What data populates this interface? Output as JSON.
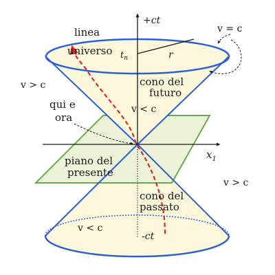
{
  "labels": {
    "axis_time_pos": "+ct",
    "axis_time_neg": "-ct",
    "axis_space": "x",
    "axis_space_sub": "1",
    "v_eq_c": "v = c",
    "linea": "linea",
    "universo": "universo",
    "t_n": "t",
    "t_n_sub": "n",
    "r": "r",
    "cono_del_1": "cono del",
    "futuro": "futuro",
    "v_gt_c_left": "v > c",
    "qui_e": "qui e",
    "ora": "ora",
    "v_lt_c_top": "v < c",
    "piano_del": "piano del",
    "presente": "presente",
    "v_gt_c_right": "v > c",
    "cono_del_2": "cono del",
    "passato": "passato",
    "v_lt_c_bottom": "v < c"
  },
  "colors": {
    "cone_outline": "#2a5fd6",
    "cone_fill": "#fdf8dc",
    "plane_outline": "#6aa84f",
    "plane_fill": "#ecf3d8",
    "worldline": "#d32a2a",
    "axis": "#1a1a1a"
  }
}
